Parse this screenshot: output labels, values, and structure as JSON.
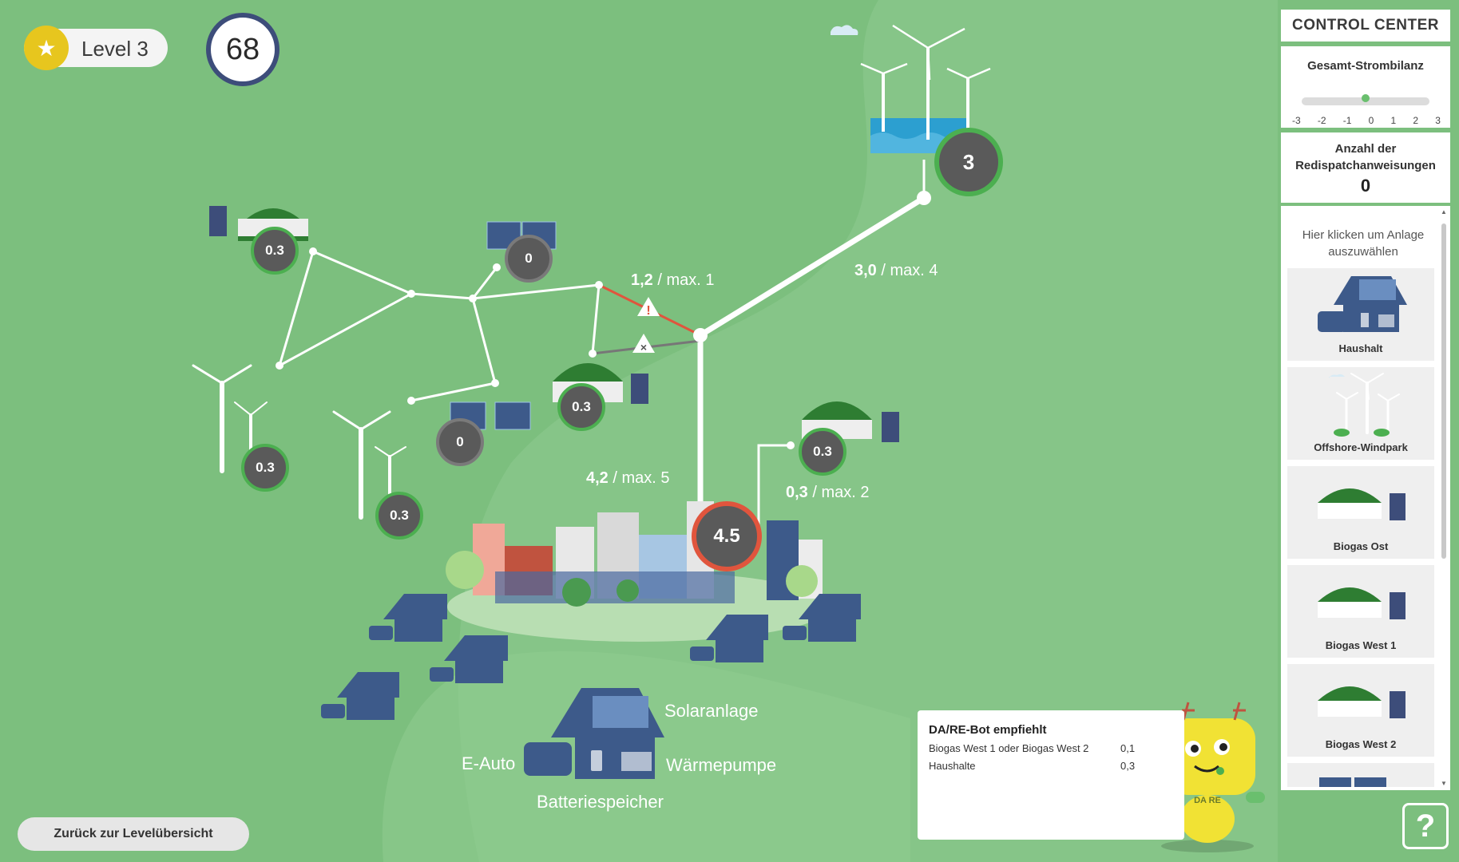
{
  "level": {
    "label": "Level 3"
  },
  "score": {
    "value": "68"
  },
  "flows": {
    "offshore": {
      "value": "3,0",
      "max": "/ max. 4"
    },
    "warning": {
      "value": "1,2",
      "max": "/ max. 1"
    },
    "city": {
      "value": "4,2",
      "max": "/ max. 5"
    },
    "biogas_east": {
      "value": "0,3",
      "max": "/ max. 2"
    }
  },
  "nodes": {
    "offshore": "3",
    "city": "4.5",
    "biogas_top": "0.3",
    "solar_top": "0",
    "biogas_mid": "0.3",
    "solar_mid": "0",
    "wind_left": "0.3",
    "wind_mid": "0.3",
    "biogas_east": "0.3"
  },
  "legend": {
    "solar": "Solaranlage",
    "eauto": "E-Auto",
    "heatpump": "Wärmepumpe",
    "battery": "Batteriespeicher"
  },
  "buttons": {
    "back": "Zurück zur Levelübersicht",
    "help": "?"
  },
  "control_center": {
    "title": "CONTROL CENTER",
    "balance_title": "Gesamt-Strombilanz",
    "balance_value": 0,
    "balance_ticks": [
      "-3",
      "-2",
      "-1",
      "0",
      "1",
      "2",
      "3"
    ],
    "redispatch_title_1": "Anzahl der",
    "redispatch_title_2": "Redispatchanweisungen",
    "redispatch_value": "0",
    "hint": "Hier klicken um Anlage auszuwählen",
    "cards": [
      "Haushalt",
      "Offshore-Windpark",
      "Biogas Ost",
      "Biogas West 1",
      "Biogas West 2"
    ]
  },
  "bot": {
    "title": "DA/RE-Bot empfiehlt",
    "rows": [
      {
        "label": "Biogas West 1 oder Biogas West 2",
        "value": "0,1"
      },
      {
        "label": "Haushalte",
        "value": "0,3"
      }
    ],
    "badge": "DA RE"
  },
  "colors": {
    "background": "#7cbf7e",
    "node": "#5a5a5a",
    "ring_green": "#4caf50",
    "ring_red": "#e0553d",
    "house": "#3d5a8a"
  }
}
